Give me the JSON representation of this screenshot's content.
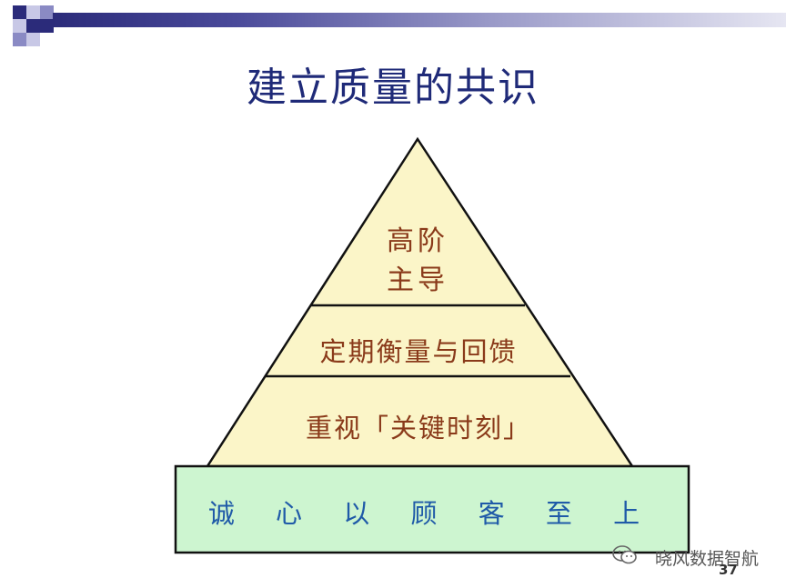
{
  "slide": {
    "title": "建立质量的共识",
    "page_number": "37"
  },
  "pyramid": {
    "top_line1": "高阶",
    "top_line2": "主导",
    "middle": "定期衡量与回馈",
    "lower": "重视「关键时刻」",
    "base": "诚 心 以 顾 客 至 上"
  },
  "watermark": {
    "text": "晓风数据智航",
    "icon": "wechat-icon"
  },
  "colors": {
    "title": "#1f2a78",
    "triangle_fill": "#fbf5c8",
    "base_fill": "#cdf5d0",
    "pyramid_text": "#8a3a1a",
    "base_text": "#1f5aa8",
    "accent_bar": "#2b2b7a"
  }
}
